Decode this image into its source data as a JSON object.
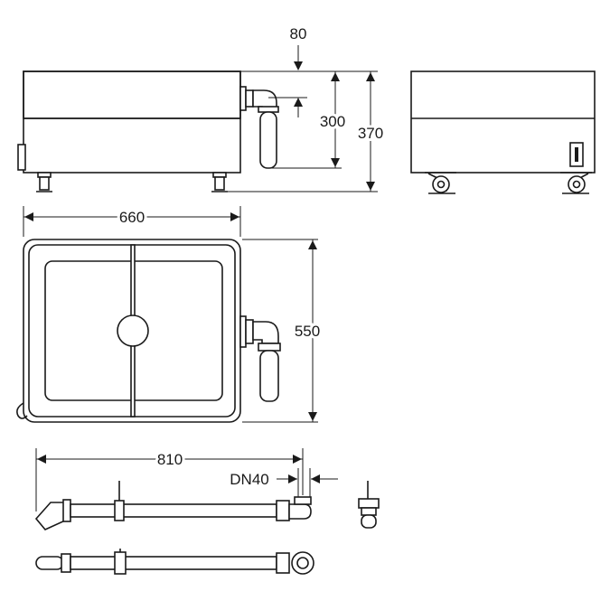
{
  "drawing": {
    "dimensions": {
      "pipe_offset": "80",
      "outlet_height": "300",
      "total_height": "370",
      "width": "660",
      "depth": "550",
      "pipe_length": "810",
      "pipe_diameter": "DN40"
    }
  }
}
